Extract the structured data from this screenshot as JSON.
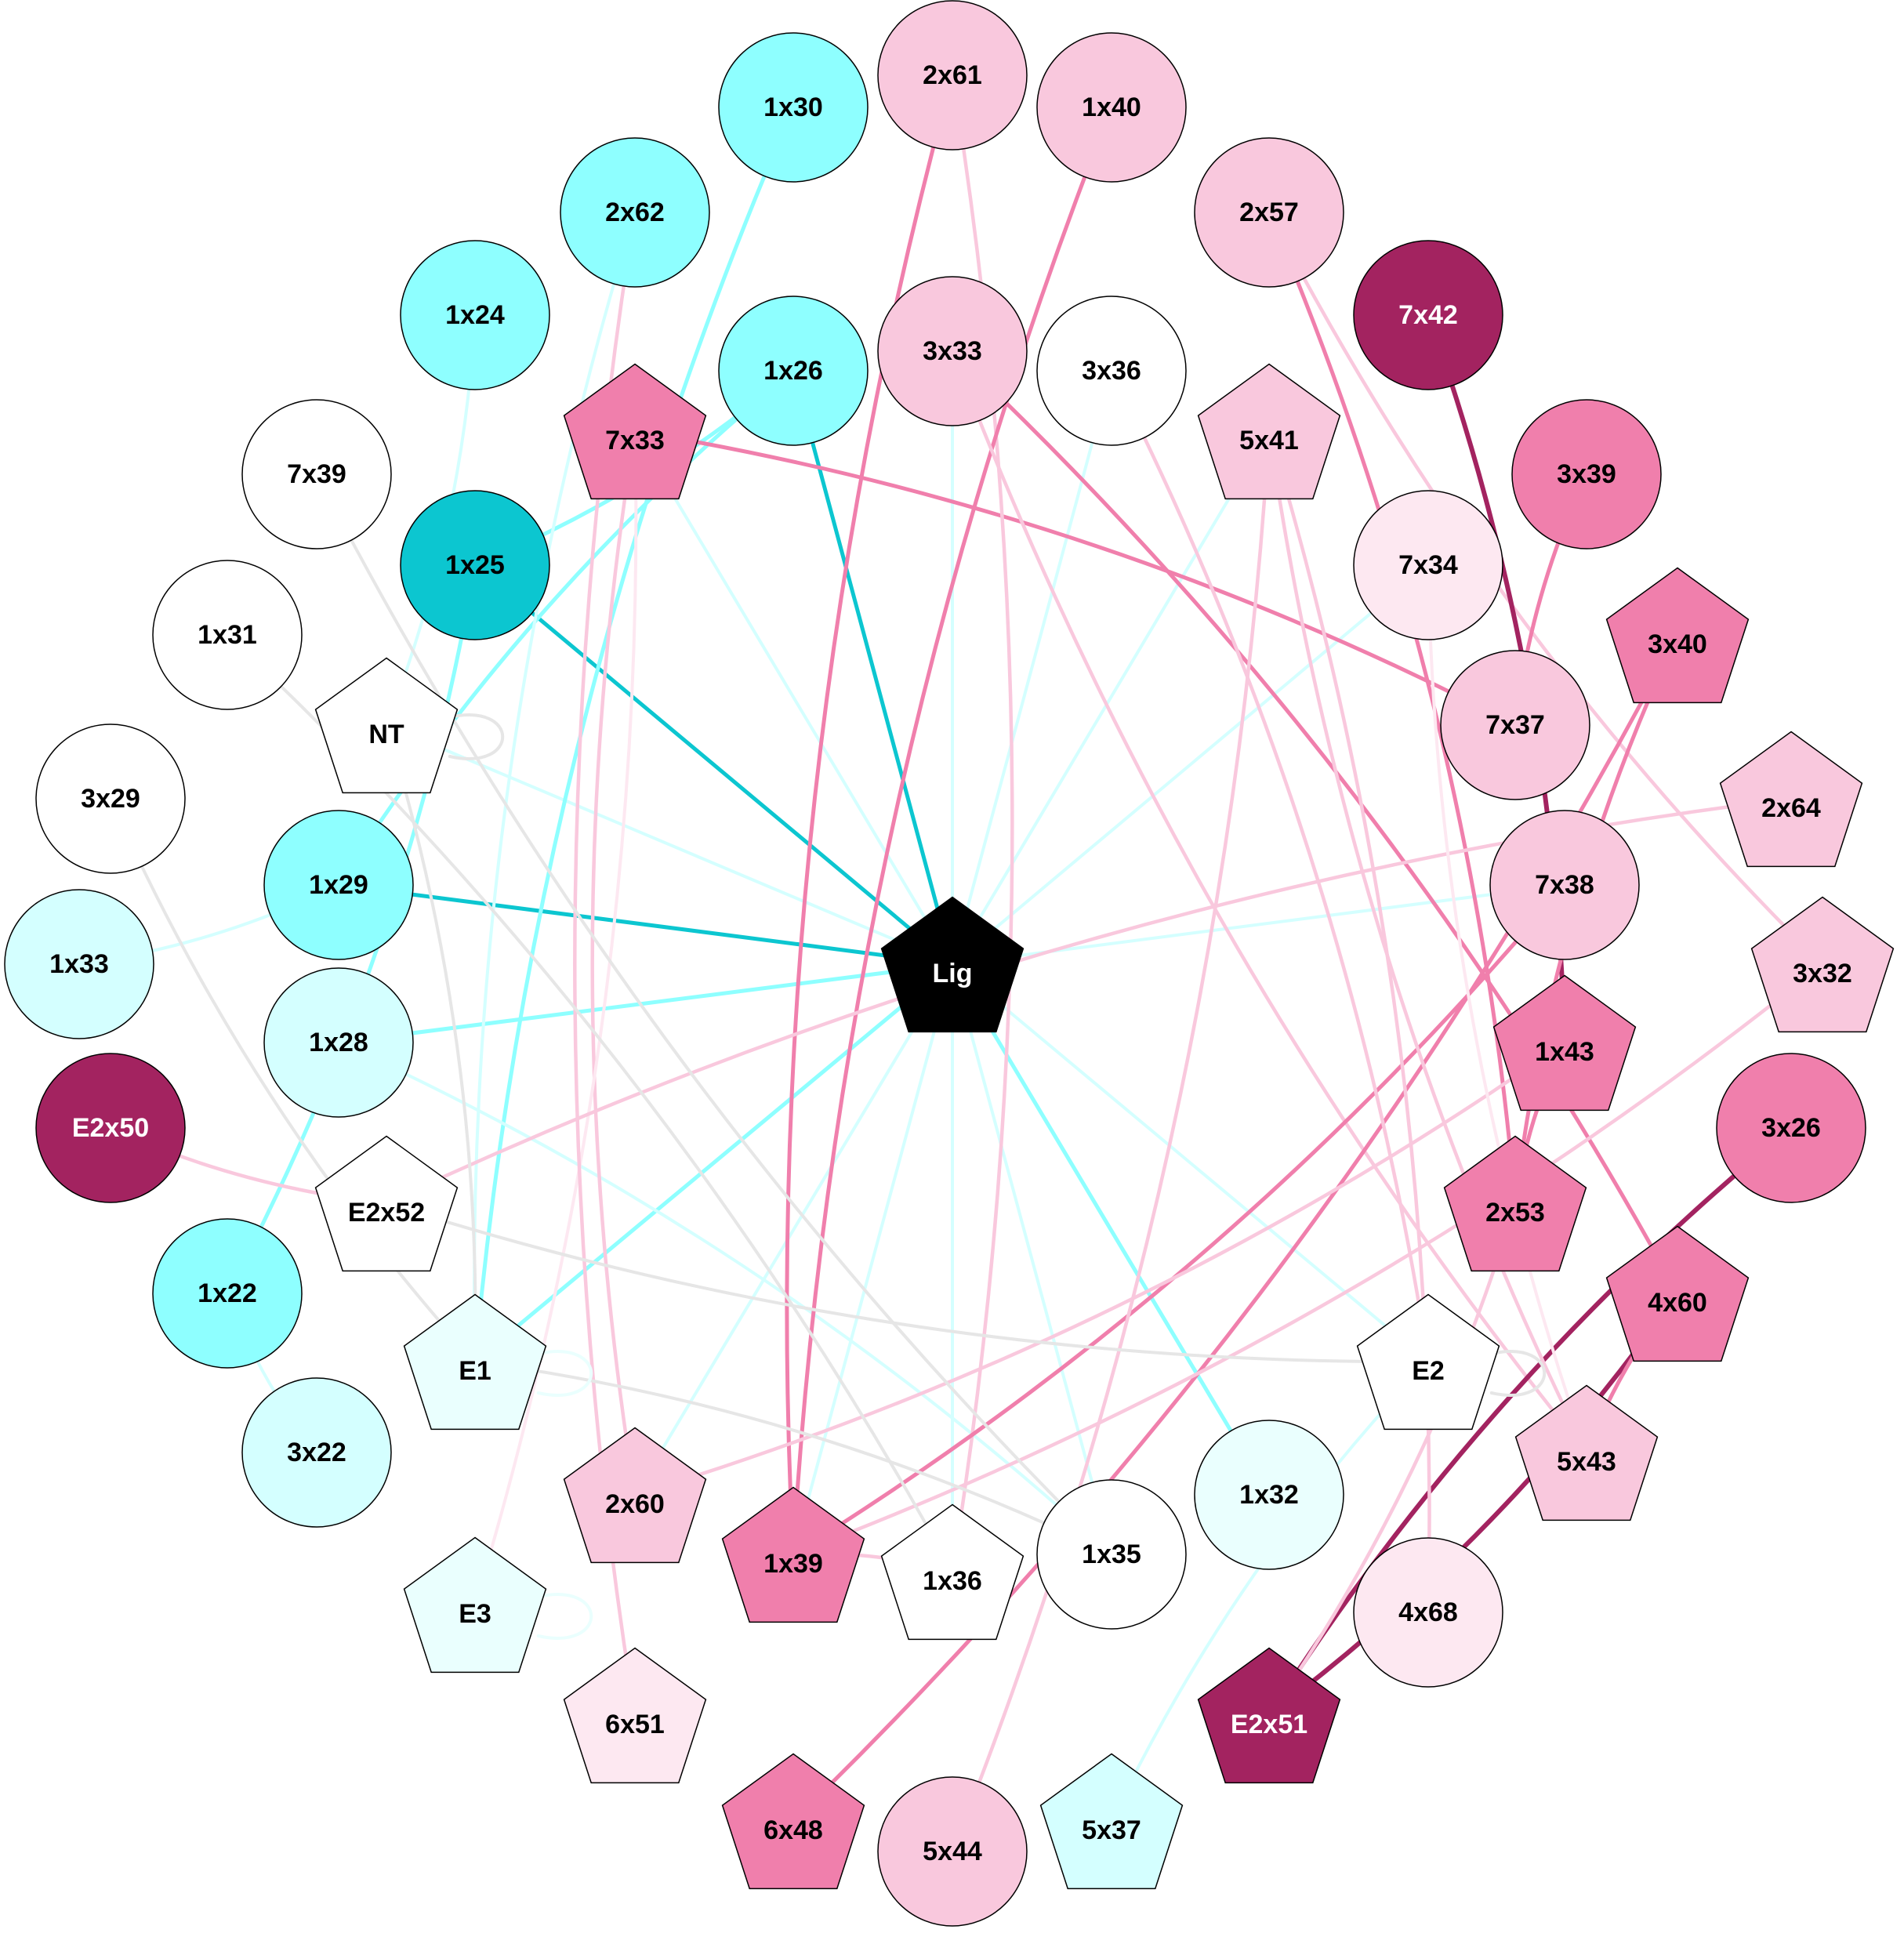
{
  "colors": {
    "cyan_dark": "#0cc6d0",
    "cyan": "#8effff",
    "cyan_light": "#d4ffff",
    "cyan_pale": "#eafffe",
    "white": "#ffffff",
    "pink_dark": "#a32360",
    "pink": "#f07fac",
    "pink_light": "#f9c8dd",
    "pink_pale": "#fde8f1",
    "black": "#000000",
    "grey": "#e6e6e6"
  },
  "nodes": [
    {
      "id": "1x30",
      "label": "1x30",
      "shape": "circle",
      "fill": "cyan"
    },
    {
      "id": "2x61",
      "label": "2x61",
      "shape": "circle",
      "fill": "pink_light"
    },
    {
      "id": "1x40",
      "label": "1x40",
      "shape": "circle",
      "fill": "pink_light"
    },
    {
      "id": "2x62",
      "label": "2x62",
      "shape": "circle",
      "fill": "cyan"
    },
    {
      "id": "2x57",
      "label": "2x57",
      "shape": "circle",
      "fill": "pink_light"
    },
    {
      "id": "1x24",
      "label": "1x24",
      "shape": "circle",
      "fill": "cyan"
    },
    {
      "id": "7x42",
      "label": "7x42",
      "shape": "circle",
      "fill": "pink_dark"
    },
    {
      "id": "1x26",
      "label": "1x26",
      "shape": "circle",
      "fill": "cyan"
    },
    {
      "id": "3x33",
      "label": "3x33",
      "shape": "circle",
      "fill": "pink_light"
    },
    {
      "id": "3x36",
      "label": "3x36",
      "shape": "circle",
      "fill": "white"
    },
    {
      "id": "7x33",
      "label": "7x33",
      "shape": "pentagon",
      "fill": "pink"
    },
    {
      "id": "5x41",
      "label": "5x41",
      "shape": "pentagon",
      "fill": "pink_light"
    },
    {
      "id": "7x39",
      "label": "7x39",
      "shape": "circle",
      "fill": "white"
    },
    {
      "id": "3x39",
      "label": "3x39",
      "shape": "circle",
      "fill": "pink"
    },
    {
      "id": "1x25",
      "label": "1x25",
      "shape": "circle",
      "fill": "cyan_dark"
    },
    {
      "id": "7x34",
      "label": "7x34",
      "shape": "circle",
      "fill": "pink_pale"
    },
    {
      "id": "1x31",
      "label": "1x31",
      "shape": "circle",
      "fill": "white"
    },
    {
      "id": "3x40",
      "label": "3x40",
      "shape": "pentagon",
      "fill": "pink"
    },
    {
      "id": "NT",
      "label": "NT",
      "shape": "pentagon",
      "fill": "white"
    },
    {
      "id": "7x37",
      "label": "7x37",
      "shape": "circle",
      "fill": "pink_light"
    },
    {
      "id": "3x29",
      "label": "3x29",
      "shape": "circle",
      "fill": "white"
    },
    {
      "id": "2x64",
      "label": "2x64",
      "shape": "pentagon",
      "fill": "pink_light"
    },
    {
      "id": "1x29",
      "label": "1x29",
      "shape": "circle",
      "fill": "cyan"
    },
    {
      "id": "7x38",
      "label": "7x38",
      "shape": "circle",
      "fill": "pink_light"
    },
    {
      "id": "1x33",
      "label": "1x33",
      "shape": "circle",
      "fill": "cyan_light"
    },
    {
      "id": "Lig",
      "label": "Lig",
      "shape": "pentagon",
      "fill": "black"
    },
    {
      "id": "3x32",
      "label": "3x32",
      "shape": "pentagon",
      "fill": "pink_light"
    },
    {
      "id": "1x28",
      "label": "1x28",
      "shape": "circle",
      "fill": "cyan_light"
    },
    {
      "id": "1x43",
      "label": "1x43",
      "shape": "pentagon",
      "fill": "pink"
    },
    {
      "id": "E2x50",
      "label": "E2x50",
      "shape": "circle",
      "fill": "pink_dark"
    },
    {
      "id": "3x26",
      "label": "3x26",
      "shape": "circle",
      "fill": "pink"
    },
    {
      "id": "E2x52",
      "label": "E2x52",
      "shape": "pentagon",
      "fill": "white"
    },
    {
      "id": "2x53",
      "label": "2x53",
      "shape": "pentagon",
      "fill": "pink"
    },
    {
      "id": "1x22",
      "label": "1x22",
      "shape": "circle",
      "fill": "cyan"
    },
    {
      "id": "4x60",
      "label": "4x60",
      "shape": "pentagon",
      "fill": "pink"
    },
    {
      "id": "E1",
      "label": "E1",
      "shape": "pentagon",
      "fill": "cyan_pale"
    },
    {
      "id": "E2",
      "label": "E2",
      "shape": "pentagon",
      "fill": "white"
    },
    {
      "id": "3x22",
      "label": "3x22",
      "shape": "circle",
      "fill": "cyan_light"
    },
    {
      "id": "5x43",
      "label": "5x43",
      "shape": "pentagon",
      "fill": "pink_light"
    },
    {
      "id": "2x60",
      "label": "2x60",
      "shape": "pentagon",
      "fill": "pink_light"
    },
    {
      "id": "1x32",
      "label": "1x32",
      "shape": "circle",
      "fill": "cyan_pale"
    },
    {
      "id": "1x39",
      "label": "1x39",
      "shape": "pentagon",
      "fill": "pink"
    },
    {
      "id": "1x36",
      "label": "1x36",
      "shape": "pentagon",
      "fill": "white"
    },
    {
      "id": "1x35",
      "label": "1x35",
      "shape": "circle",
      "fill": "white"
    },
    {
      "id": "E3",
      "label": "E3",
      "shape": "pentagon",
      "fill": "cyan_pale"
    },
    {
      "id": "4x68",
      "label": "4x68",
      "shape": "circle",
      "fill": "pink_pale"
    },
    {
      "id": "6x51",
      "label": "6x51",
      "shape": "pentagon",
      "fill": "pink_pale"
    },
    {
      "id": "E2x51",
      "label": "E2x51",
      "shape": "pentagon",
      "fill": "pink_dark"
    },
    {
      "id": "6x48",
      "label": "6x48",
      "shape": "pentagon",
      "fill": "pink"
    },
    {
      "id": "5x44",
      "label": "5x44",
      "shape": "circle",
      "fill": "pink_light"
    },
    {
      "id": "5x37",
      "label": "5x37",
      "shape": "pentagon",
      "fill": "cyan_light"
    }
  ],
  "edges": [
    {
      "source": "Lig",
      "target": "1x25",
      "color": "cyan_dark"
    },
    {
      "source": "Lig",
      "target": "1x26",
      "color": "cyan_dark"
    },
    {
      "source": "Lig",
      "target": "1x29",
      "color": "cyan_dark"
    },
    {
      "source": "Lig",
      "target": "1x28",
      "color": "cyan"
    },
    {
      "source": "Lig",
      "target": "E1",
      "color": "cyan"
    },
    {
      "source": "Lig",
      "target": "1x32",
      "color": "cyan"
    },
    {
      "source": "Lig",
      "target": "NT",
      "color": "cyan_light"
    },
    {
      "source": "Lig",
      "target": "7x33",
      "color": "cyan_light"
    },
    {
      "source": "Lig",
      "target": "3x36",
      "color": "cyan_light"
    },
    {
      "source": "Lig",
      "target": "5x41",
      "color": "cyan_light"
    },
    {
      "source": "Lig",
      "target": "7x34",
      "color": "cyan_light"
    },
    {
      "source": "Lig",
      "target": "E2",
      "color": "cyan_light"
    },
    {
      "source": "Lig",
      "target": "1x35",
      "color": "cyan_light"
    },
    {
      "source": "Lig",
      "target": "1x36",
      "color": "cyan_light"
    },
    {
      "source": "Lig",
      "target": "1x39",
      "color": "cyan_light"
    },
    {
      "source": "Lig",
      "target": "2x60",
      "color": "cyan_light"
    },
    {
      "source": "Lig",
      "target": "3x33",
      "color": "cyan_light"
    },
    {
      "source": "Lig",
      "target": "7x38",
      "color": "cyan_light"
    },
    {
      "source": "1x26",
      "target": "1x25",
      "color": "cyan"
    },
    {
      "source": "1x26",
      "target": "1x29",
      "color": "cyan"
    },
    {
      "source": "1x25",
      "target": "1x22",
      "color": "cyan"
    },
    {
      "source": "1x30",
      "target": "E1",
      "color": "cyan"
    },
    {
      "source": "1x29",
      "target": "1x33",
      "color": "cyan_light"
    },
    {
      "source": "2x62",
      "target": "E1",
      "color": "cyan_light"
    },
    {
      "source": "1x24",
      "target": "NT",
      "color": "cyan_light"
    },
    {
      "source": "1x22",
      "target": "3x22",
      "color": "cyan_light"
    },
    {
      "source": "1x28",
      "target": "1x35",
      "color": "cyan_light"
    },
    {
      "source": "E2",
      "target": "5x37",
      "color": "cyan_light"
    },
    {
      "source": "7x33",
      "target": "7x37",
      "color": "pink"
    },
    {
      "source": "7x33",
      "target": "2x60",
      "color": "pink_light"
    },
    {
      "source": "7x33",
      "target": "E3",
      "color": "pink_pale"
    },
    {
      "source": "2x61",
      "target": "1x39",
      "color": "pink"
    },
    {
      "source": "2x61",
      "target": "1x36",
      "color": "pink_light"
    },
    {
      "source": "1x40",
      "target": "1x39",
      "color": "pink"
    },
    {
      "source": "3x33",
      "target": "4x60",
      "color": "pink"
    },
    {
      "source": "3x33",
      "target": "5x43",
      "color": "pink_light"
    },
    {
      "source": "2x57",
      "target": "2x53",
      "color": "pink"
    },
    {
      "source": "2x57",
      "target": "3x32",
      "color": "pink_light"
    },
    {
      "source": "7x42",
      "target": "1x43",
      "color": "pink_dark"
    },
    {
      "source": "3x39",
      "target": "7x37",
      "color": "pink"
    },
    {
      "source": "3x40",
      "target": "6x48",
      "color": "pink"
    },
    {
      "source": "3x40",
      "target": "2x53",
      "color": "pink"
    },
    {
      "source": "7x38",
      "target": "1x39",
      "color": "pink"
    },
    {
      "source": "1x43",
      "target": "2x53",
      "color": "pink"
    },
    {
      "source": "1x43",
      "target": "2x60",
      "color": "pink_light"
    },
    {
      "source": "3x26",
      "target": "E2x51",
      "color": "pink_dark"
    },
    {
      "source": "4x60",
      "target": "E2x51",
      "color": "pink_dark"
    },
    {
      "source": "4x60",
      "target": "5x43",
      "color": "pink"
    },
    {
      "source": "5x41",
      "target": "5x44",
      "color": "pink_light"
    },
    {
      "source": "5x41",
      "target": "5x43",
      "color": "pink_light"
    },
    {
      "source": "5x41",
      "target": "4x68",
      "color": "pink_light"
    },
    {
      "source": "2x64",
      "target": "E2x52",
      "color": "pink_light"
    },
    {
      "source": "3x32",
      "target": "1x39",
      "color": "pink_light"
    },
    {
      "source": "E2x50",
      "target": "E2x52",
      "color": "pink_light"
    },
    {
      "source": "3x36",
      "target": "E2",
      "color": "pink_light"
    },
    {
      "source": "7x34",
      "target": "5x43",
      "color": "pink_pale"
    },
    {
      "source": "2x53",
      "target": "E2x51",
      "color": "pink_light"
    },
    {
      "source": "1x36",
      "target": "1x39",
      "color": "pink_light"
    },
    {
      "source": "6x51",
      "target": "2x62",
      "color": "pink_light"
    },
    {
      "source": "7x39",
      "target": "1x35",
      "color": "grey"
    },
    {
      "source": "1x31",
      "target": "1x36",
      "color": "grey"
    },
    {
      "source": "3x29",
      "target": "E1",
      "color": "grey"
    },
    {
      "source": "NT",
      "target": "E1",
      "color": "grey"
    },
    {
      "source": "E2x52",
      "target": "E2",
      "color": "grey"
    },
    {
      "source": "E1",
      "target": "1x35",
      "color": "grey"
    }
  ],
  "self_loops": [
    {
      "node": "NT",
      "color": "grey"
    },
    {
      "node": "E1",
      "color": "cyan_pale"
    },
    {
      "node": "E2",
      "color": "grey"
    },
    {
      "node": "E3",
      "color": "cyan_pale"
    }
  ]
}
